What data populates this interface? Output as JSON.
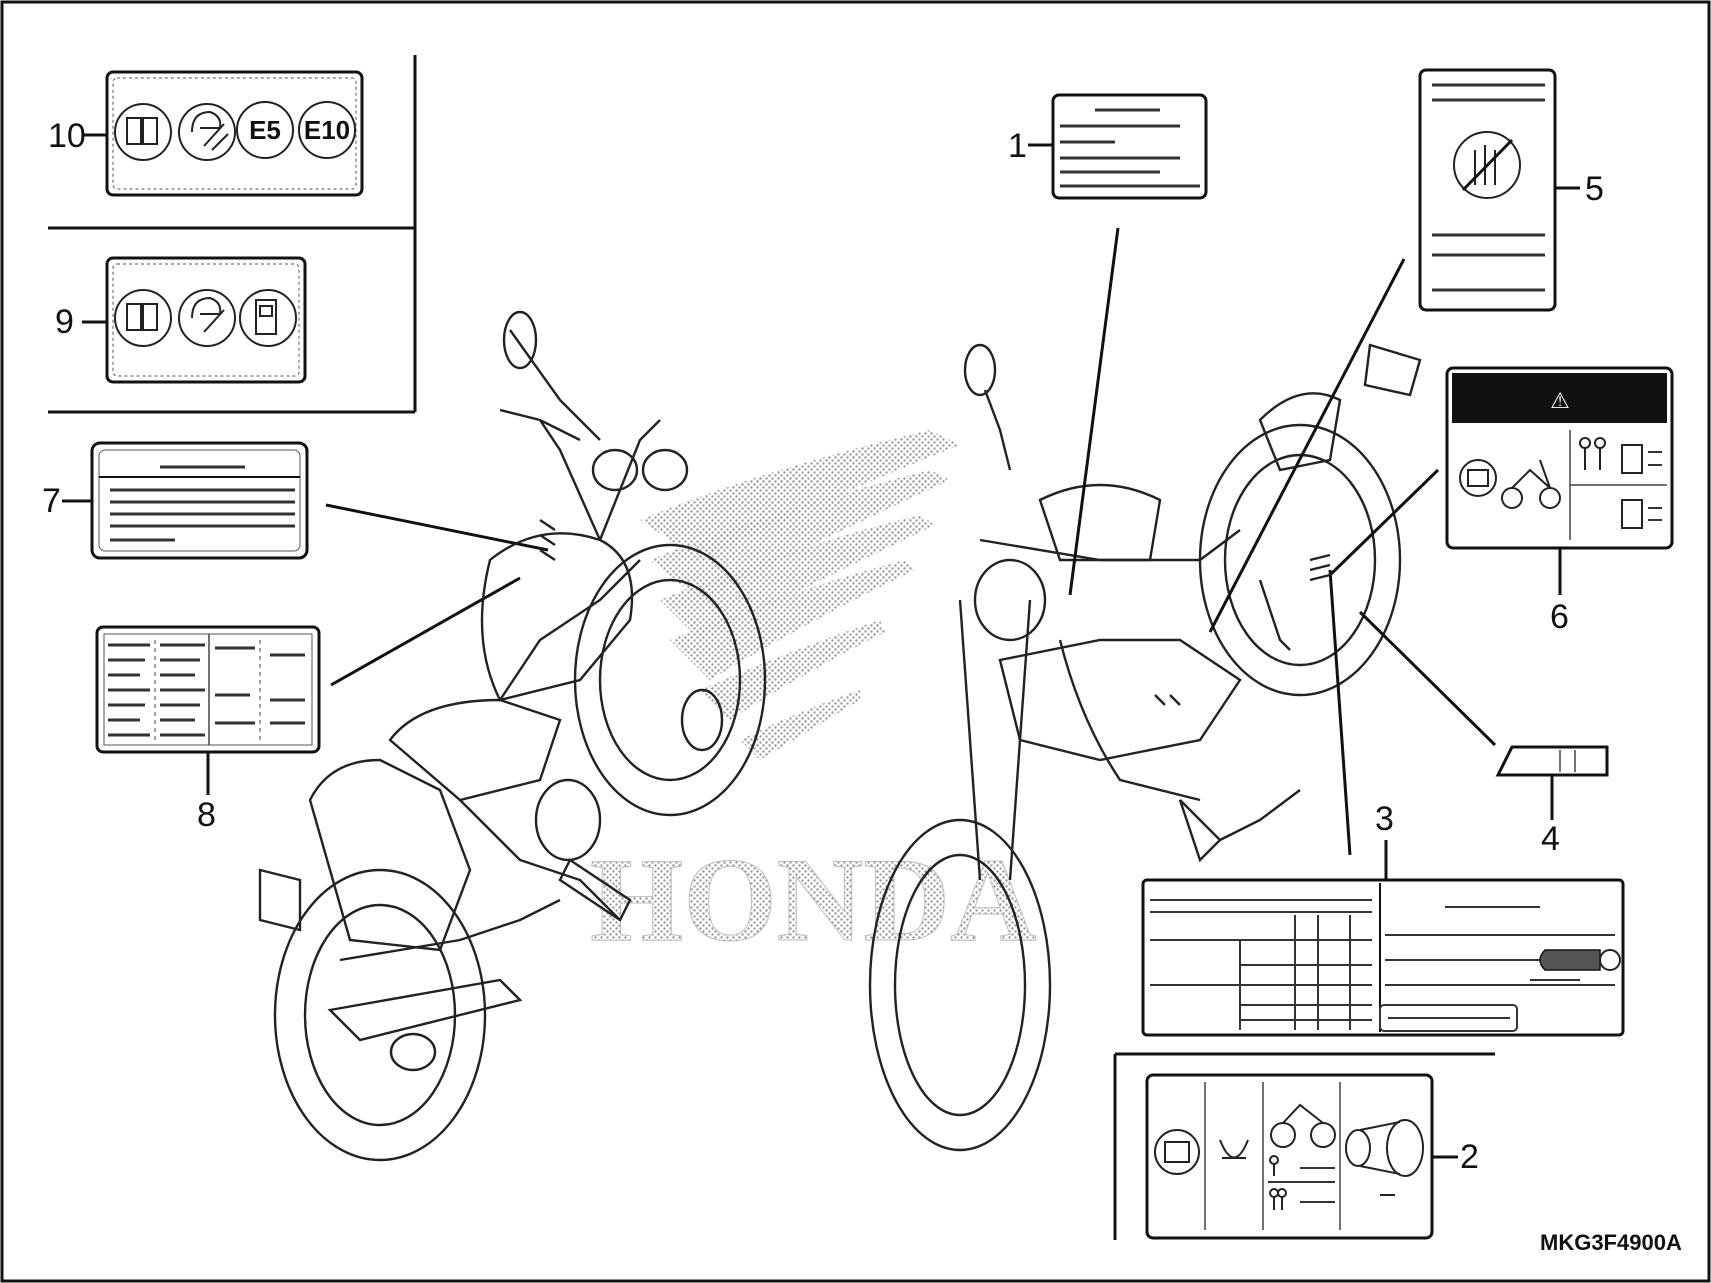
{
  "callouts": [
    {
      "id": "1",
      "text": "1"
    },
    {
      "id": "2",
      "text": "2"
    },
    {
      "id": "3",
      "text": "3"
    },
    {
      "id": "4",
      "text": "4"
    },
    {
      "id": "5",
      "text": "5"
    },
    {
      "id": "6",
      "text": "6"
    },
    {
      "id": "7",
      "text": "7"
    },
    {
      "id": "8",
      "text": "8"
    },
    {
      "id": "9",
      "text": "9"
    },
    {
      "id": "10",
      "text": "10"
    }
  ],
  "label10": {
    "icon_e5": "E5",
    "icon_e10": "E10"
  },
  "label6": {
    "warning_symbol": "⚠"
  },
  "watermark": {
    "text": "HONDA"
  },
  "diagram_code": "MKG3F4900A",
  "icons": [
    "manual-book-icon",
    "helmet-tools-icon",
    "fuel-pump-icon",
    "no-hand-icon",
    "motorcycle-icon",
    "person-icon",
    "luggage-icon",
    "tire-icon",
    "chain-icon",
    "warning-triangle-icon"
  ]
}
